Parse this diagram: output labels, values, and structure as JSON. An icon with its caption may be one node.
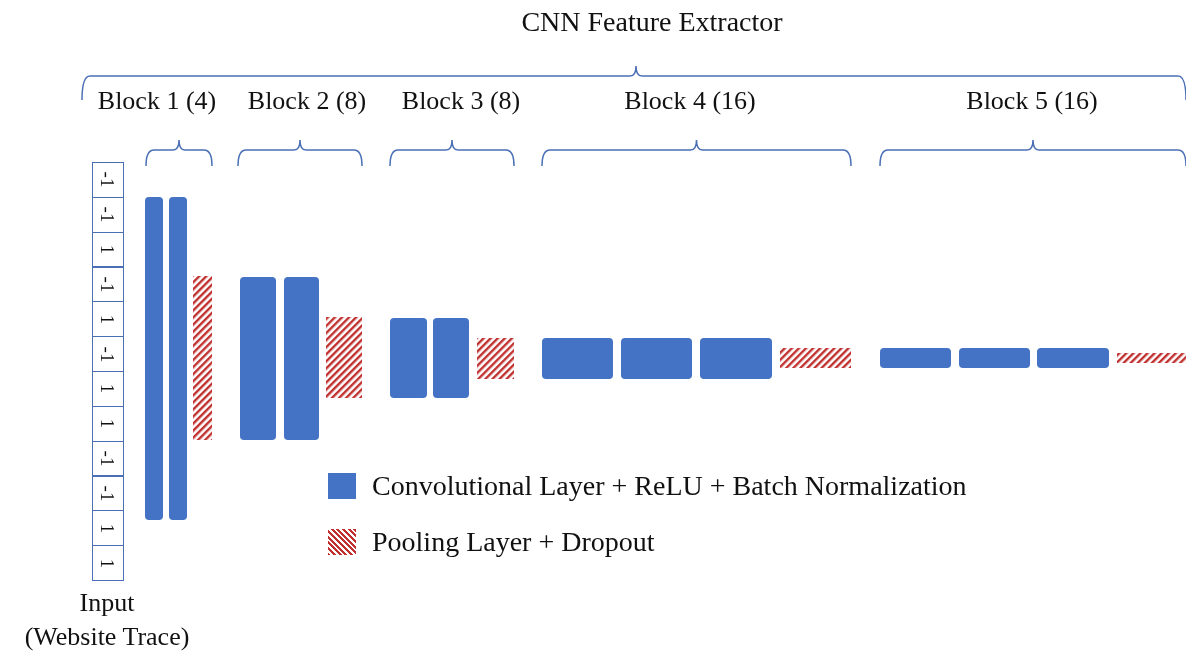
{
  "diagram": {
    "title": "CNN Feature Extractor",
    "labels": [
      "Block 1 (4)",
      "Block 2 (8)",
      "Block 3 (8)",
      "Block 4 (16)",
      "Block 5 (16)",
      "-1",
      "-1",
      "1",
      "-1",
      "1",
      "-1",
      "1",
      "1",
      "-1",
      "-1",
      "1",
      "1",
      "Input",
      "(Website Trace)"
    ],
    "legend": [
      {
        "text": "Convolutional Layer + ReLU + Batch Normalization",
        "color": "#4472c4"
      },
      {
        "text": "Pooling Layer + Dropout"
      }
    ]
  }
}
